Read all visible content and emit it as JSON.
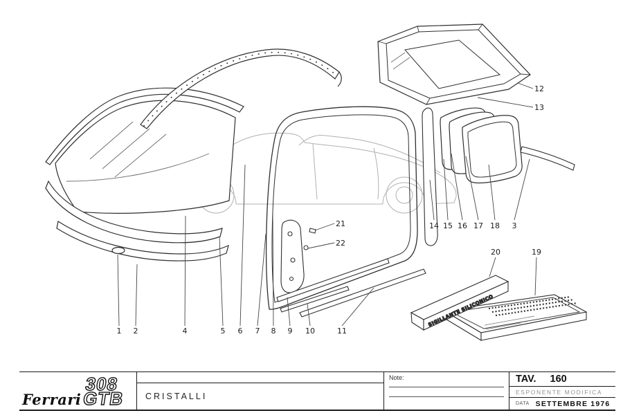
{
  "drawing": {
    "sealant_box_text": "SIGILLANTE SILICONICO",
    "callouts": [
      {
        "label": "1"
      },
      {
        "label": "2"
      },
      {
        "label": "4"
      },
      {
        "label": "5"
      },
      {
        "label": "6"
      },
      {
        "label": "7"
      },
      {
        "label": "8"
      },
      {
        "label": "9"
      },
      {
        "label": "10"
      },
      {
        "label": "11"
      },
      {
        "label": "12"
      },
      {
        "label": "13"
      },
      {
        "label": "14"
      },
      {
        "label": "15"
      },
      {
        "label": "16"
      },
      {
        "label": "17"
      },
      {
        "label": "18"
      },
      {
        "label": "3"
      },
      {
        "label": "21"
      },
      {
        "label": "22"
      },
      {
        "label": "20"
      },
      {
        "label": "19"
      }
    ]
  },
  "footer": {
    "brand": "Ferrari",
    "model_top": "308",
    "model_bottom": "GTB",
    "part_title": "CRISTALLI",
    "note_label": "Note:",
    "tav_label": "TAV.",
    "tav_number": "160",
    "esponente": "ESPONENTE MODIFICA",
    "data_label": "DATA",
    "data_value": "SETTEMBRE 1976"
  }
}
